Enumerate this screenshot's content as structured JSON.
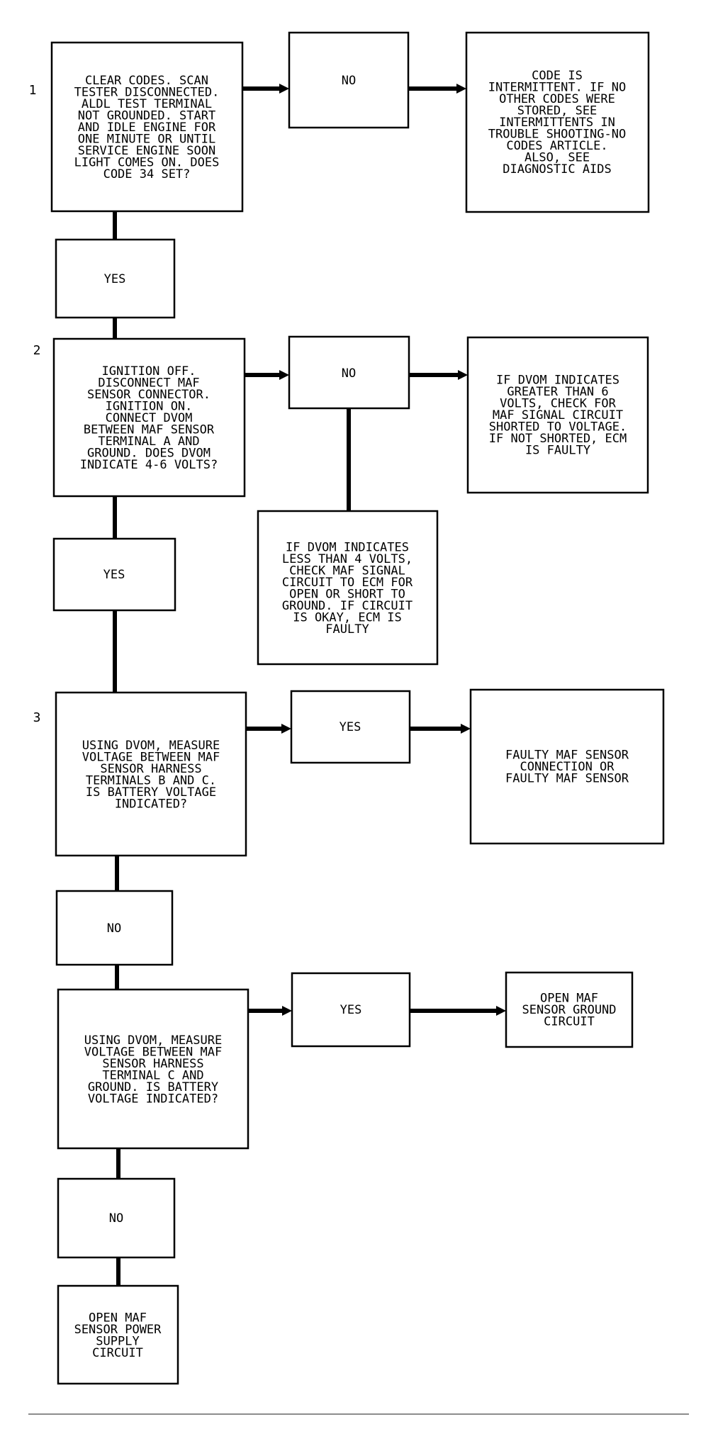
{
  "steps": {
    "s1": "1",
    "s2": "2",
    "s3": "3"
  },
  "boxes": {
    "q1": [
      "CLEAR CODES. SCAN",
      "TESTER DISCONNECTED.",
      "ALDL TEST TERMINAL",
      "NOT GROUNDED. START",
      "AND IDLE ENGINE FOR",
      "ONE MINUTE OR UNTIL",
      "SERVICE ENGINE SOON",
      "LIGHT COMES ON. DOES",
      "CODE 34 SET?"
    ],
    "q1_no": [
      "NO"
    ],
    "r1": [
      "CODE IS",
      "INTERMITTENT. IF NO",
      "OTHER CODES WERE",
      "STORED, SEE",
      "INTERMITTENTS IN",
      "TROUBLE SHOOTING-NO",
      "CODES ARTICLE.",
      "ALSO, SEE",
      "DIAGNOSTIC AIDS"
    ],
    "q1_yes": [
      "YES"
    ],
    "q2": [
      "IGNITION OFF.",
      "DISCONNECT MAF",
      "SENSOR CONNECTOR.",
      "IGNITION ON.",
      "CONNECT DVOM",
      "BETWEEN MAF SENSOR",
      "TERMINAL A AND",
      "GROUND. DOES DVOM",
      "INDICATE 4-6 VOLTS?"
    ],
    "q2_no": [
      "NO"
    ],
    "r2_high": [
      "IF DVOM INDICATES",
      "GREATER THAN 6",
      "VOLTS, CHECK FOR",
      "MAF SIGNAL CIRCUIT",
      "SHORTED TO VOLTAGE.",
      "IF NOT SHORTED, ECM",
      "IS FAULTY"
    ],
    "r2_low": [
      "IF DVOM INDICATES",
      "LESS THAN 4 VOLTS,",
      "CHECK MAF SIGNAL",
      "CIRCUIT TO ECM FOR",
      "OPEN OR SHORT TO",
      "GROUND. IF CIRCUIT",
      "IS OKAY, ECM IS",
      "FAULTY"
    ],
    "q2_yes": [
      "YES"
    ],
    "q3": [
      "USING DVOM, MEASURE",
      "VOLTAGE BETWEEN MAF",
      "SENSOR HARNESS",
      "TERMINALS B AND C.",
      "IS BATTERY VOLTAGE",
      "INDICATED?"
    ],
    "q3_yes": [
      "YES"
    ],
    "r3": [
      "FAULTY MAF SENSOR",
      "CONNECTION OR",
      "FAULTY MAF SENSOR"
    ],
    "q3_no": [
      "NO"
    ],
    "q4": [
      "USING DVOM, MEASURE",
      "VOLTAGE BETWEEN MAF",
      "SENSOR HARNESS",
      "TERMINAL C AND",
      "GROUND. IS BATTERY",
      "VOLTAGE INDICATED?"
    ],
    "q4_yes": [
      "YES"
    ],
    "r4": [
      "OPEN MAF",
      "SENSOR GROUND",
      "CIRCUIT"
    ],
    "q4_no": [
      "NO"
    ],
    "r5": [
      "OPEN MAF",
      "SENSOR POWER",
      "SUPPLY",
      "CIRCUIT"
    ]
  }
}
